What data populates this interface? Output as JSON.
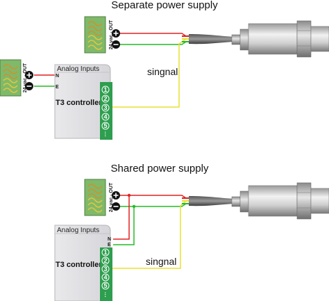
{
  "top": {
    "title": "Separate power supply",
    "transformer_label": "24 vac - OUT",
    "controller_header": "Analog Inputs",
    "controller_name": "T3 controller",
    "terminal_n": "N",
    "terminal_e": "E",
    "signal_label": "singnal",
    "terminals": [
      "1",
      "2",
      "3",
      "4",
      "5"
    ]
  },
  "bottom": {
    "title": "Shared power supply",
    "transformer_label": "24 vac - OUT",
    "controller_header": "Analog Inputs",
    "controller_name": "T3 controller",
    "terminal_n": "N",
    "terminal_e": "E",
    "signal_label": "singnal",
    "terminals": [
      "1",
      "2",
      "3",
      "4",
      "5"
    ]
  },
  "colors": {
    "red_wire": "#e02020",
    "green_wire": "#22bb22",
    "yellow_wire": "#e8e030",
    "terminal_green": "#2e9e4f",
    "controller_gray": "#e3e3e6"
  },
  "icons": [
    "transformer-icon",
    "plus-icon",
    "minus-icon",
    "pressure-sensor-icon"
  ]
}
